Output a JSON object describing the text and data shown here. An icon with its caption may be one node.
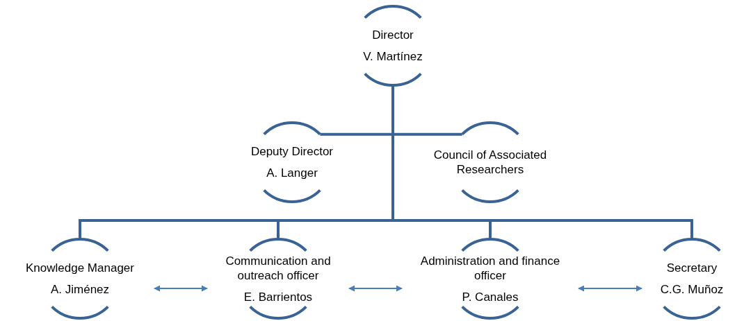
{
  "diagram": {
    "nodes": [
      {
        "text": [
          "Director",
          "V. Martínez"
        ]
      },
      {
        "text": [
          "Deputy Director",
          "A. Langer"
        ]
      },
      {
        "text": [
          "Council of Associated Researchers"
        ]
      },
      {
        "text": [
          "Knowledge Manager",
          "A. Jiménez"
        ]
      },
      {
        "text": [
          "Communication and outreach officer",
          "E. Barrientos"
        ]
      },
      {
        "text": [
          "Administration and finance officer",
          "P. Canales"
        ]
      },
      {
        "text": [
          "Secretary",
          "C.G. Muñoz"
        ]
      }
    ],
    "edges": [
      {
        "from": 0,
        "to": 1,
        "arrow": "none"
      },
      {
        "from": 0,
        "to": 2,
        "arrow": "none"
      },
      {
        "from": 0,
        "to": 3,
        "arrow": "none"
      },
      {
        "from": 0,
        "to": 4,
        "arrow": "none"
      },
      {
        "from": 0,
        "to": 5,
        "arrow": "none"
      },
      {
        "from": 0,
        "to": 6,
        "arrow": "none"
      },
      {
        "from": 3,
        "to": 4,
        "arrow": "both",
        "color": "#4a7ebb"
      },
      {
        "from": 4,
        "to": 5,
        "arrow": "both",
        "color": "#4a7ebb"
      },
      {
        "from": 5,
        "to": 6,
        "arrow": "both",
        "color": "#4a7ebb"
      }
    ]
  }
}
